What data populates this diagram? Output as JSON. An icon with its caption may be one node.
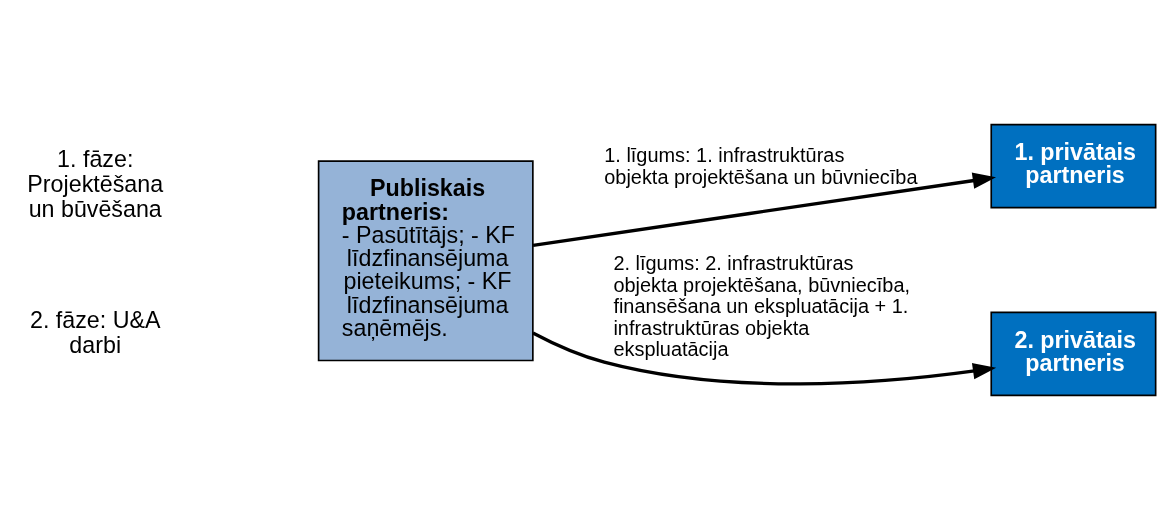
{
  "diagram": {
    "nodes": [
      {
        "text": [
          "Publiskais partneris:",
          "- Pasūtītājs; - KF līdzfinansējuma pieteikums; - KF līdzfinansējuma saņēmējs."
        ]
      },
      {
        "text": [
          "1. privātais partneris"
        ]
      },
      {
        "text": [
          "2. privātais partneris"
        ]
      }
    ],
    "edges": [
      {
        "from": 0,
        "to": 1,
        "arrow": "to",
        "label": "1. līgums: 1. infrastruktūras objekta projektēšana un būvniecība"
      },
      {
        "from": 0,
        "to": 2,
        "arrow": "to",
        "label": "2. līgums: 2. infrastruktūras objekta projektēšana, būvniecība, finansēšana un ekspluatācija + 1. infrastruktūras objekta ekspluatācija"
      }
    ],
    "labels": [
      "1. fāze: Projektēšana un būvēšana",
      "2. fāze: U&A darbi"
    ]
  }
}
